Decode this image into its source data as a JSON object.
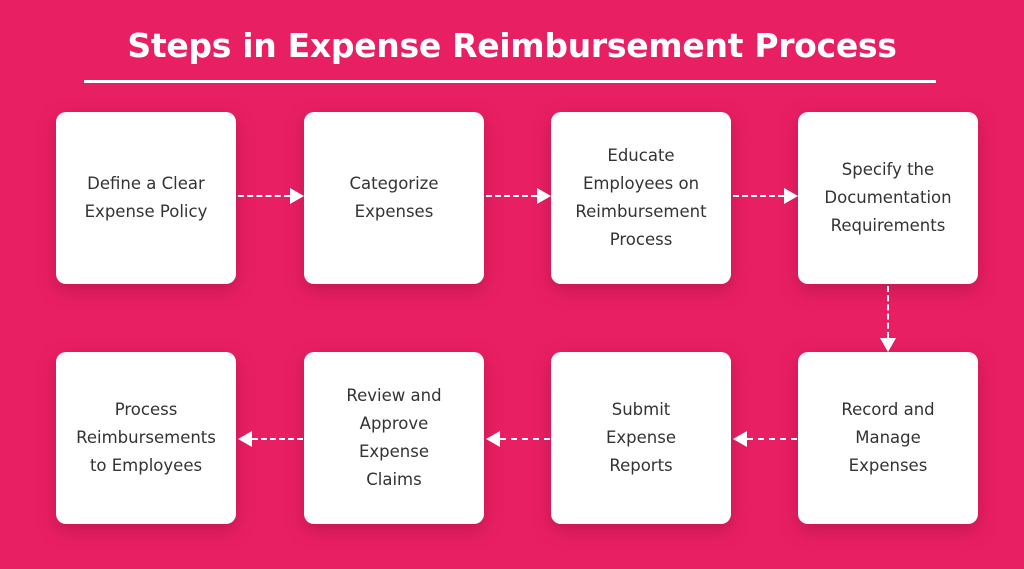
{
  "title": "Steps in Expense Reimbursement Process",
  "colors": {
    "background": "#E91F63",
    "box": "#FFFFFF",
    "text": "#333333",
    "arrow": "#FFFFFF"
  },
  "steps": [
    {
      "order": 1,
      "label": "Define a Clear\nExpense Policy"
    },
    {
      "order": 2,
      "label": "Categorize\nExpenses"
    },
    {
      "order": 3,
      "label": "Educate\nEmployees on\nReimbursement\nProcess"
    },
    {
      "order": 4,
      "label": "Specify the\nDocumentation\nRequirements"
    },
    {
      "order": 5,
      "label": "Record and\nManage\nExpenses"
    },
    {
      "order": 6,
      "label": "Submit\nExpense\nReports"
    },
    {
      "order": 7,
      "label": "Review and\nApprove\nExpense\nClaims"
    },
    {
      "order": 8,
      "label": "Process\nReimbursements\nto Employees"
    }
  ],
  "connectors": [
    {
      "from": 1,
      "to": 2,
      "style": "dashed",
      "direction": "right"
    },
    {
      "from": 2,
      "to": 3,
      "style": "dashed",
      "direction": "right"
    },
    {
      "from": 3,
      "to": 4,
      "style": "dashed",
      "direction": "right"
    },
    {
      "from": 4,
      "to": 5,
      "style": "dashed",
      "direction": "down"
    },
    {
      "from": 5,
      "to": 6,
      "style": "dashed",
      "direction": "left"
    },
    {
      "from": 6,
      "to": 7,
      "style": "dashed",
      "direction": "left"
    },
    {
      "from": 7,
      "to": 8,
      "style": "dashed",
      "direction": "left"
    }
  ]
}
